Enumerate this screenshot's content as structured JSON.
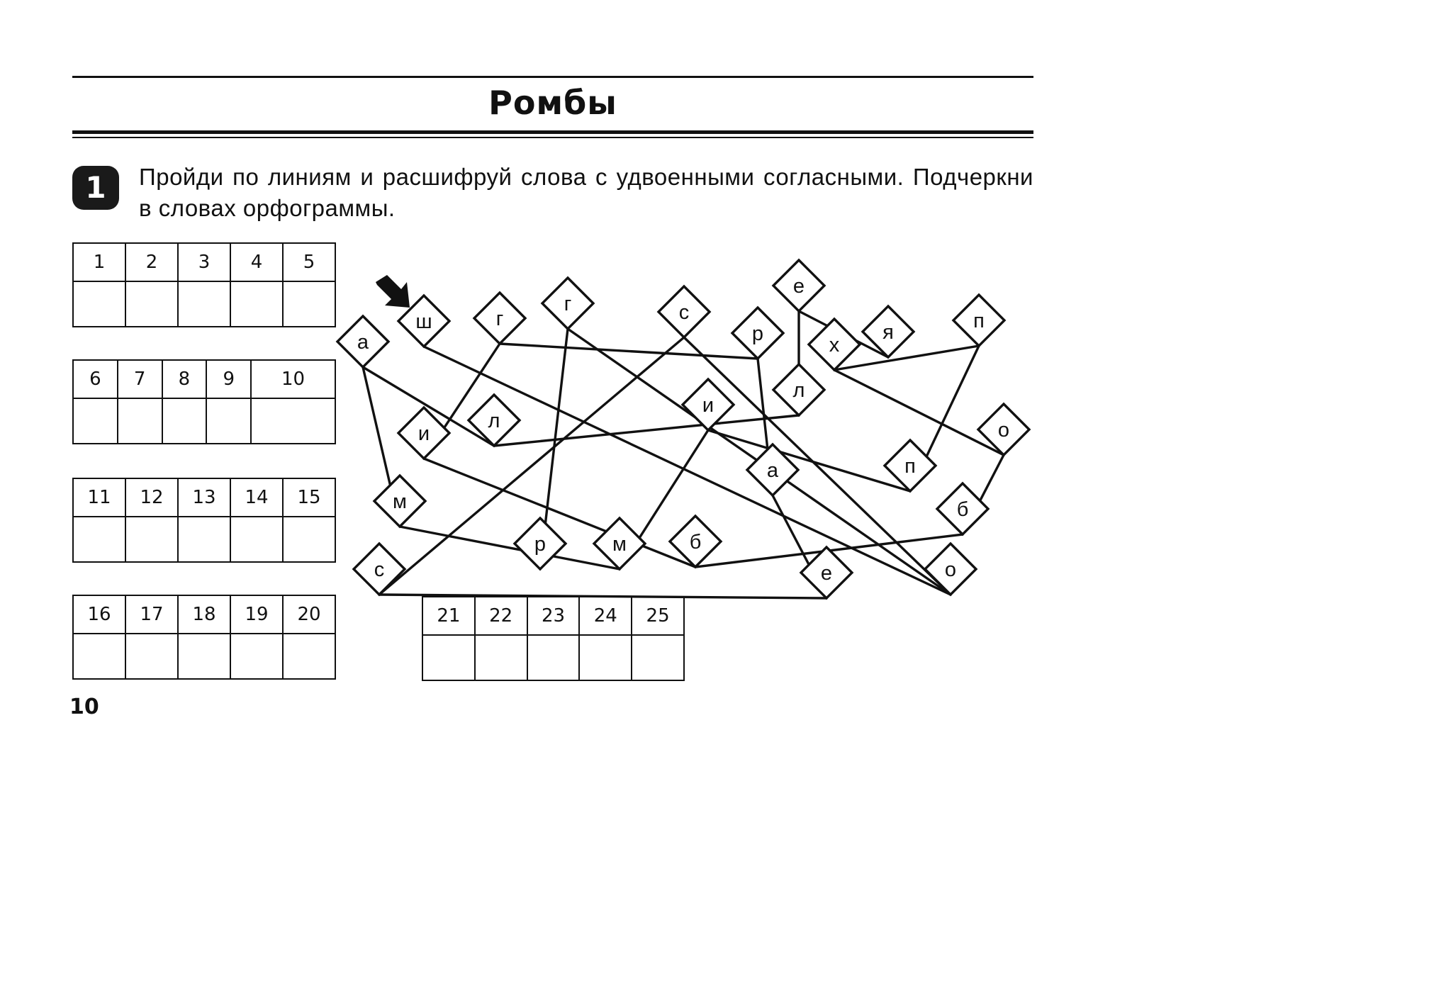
{
  "title": "Ромбы",
  "task": {
    "number": "1",
    "instruction": "Пройди по линиям и расшифруй слова с удвоенными согласными. Подчеркни в словах орфограммы."
  },
  "answer_grids": [
    {
      "numbers": [
        "1",
        "2",
        "3",
        "4",
        "5"
      ]
    },
    {
      "numbers": [
        "6",
        "7",
        "8",
        "9",
        "10"
      ]
    },
    {
      "numbers": [
        "11",
        "12",
        "13",
        "14",
        "15"
      ]
    },
    {
      "numbers": [
        "16",
        "17",
        "18",
        "19",
        "20"
      ]
    },
    {
      "numbers": [
        "21",
        "22",
        "23",
        "24",
        "25"
      ]
    }
  ],
  "page_number": "10",
  "puzzle": {
    "start_arrow_icon": "arrow-down-right-icon",
    "nodes": [
      {
        "id": "n1",
        "letter": "ш"
      },
      {
        "id": "n2",
        "letter": "г"
      },
      {
        "id": "n3",
        "letter": "г"
      },
      {
        "id": "n4",
        "letter": "с"
      },
      {
        "id": "n5",
        "letter": "е"
      },
      {
        "id": "n6",
        "letter": "р"
      },
      {
        "id": "n7",
        "letter": "я"
      },
      {
        "id": "n8",
        "letter": "х"
      },
      {
        "id": "n9",
        "letter": "п"
      },
      {
        "id": "n10",
        "letter": "а"
      },
      {
        "id": "n11",
        "letter": "л"
      },
      {
        "id": "n12",
        "letter": "л"
      },
      {
        "id": "n13",
        "letter": "и"
      },
      {
        "id": "n14",
        "letter": "и"
      },
      {
        "id": "n15",
        "letter": "о"
      },
      {
        "id": "n16",
        "letter": "п"
      },
      {
        "id": "n17",
        "letter": "а"
      },
      {
        "id": "n18",
        "letter": "м"
      },
      {
        "id": "n19",
        "letter": "б"
      },
      {
        "id": "n20",
        "letter": "р"
      },
      {
        "id": "n21",
        "letter": "м"
      },
      {
        "id": "n22",
        "letter": "б"
      },
      {
        "id": "n23",
        "letter": "с"
      },
      {
        "id": "n24",
        "letter": "е"
      },
      {
        "id": "n25",
        "letter": "о"
      }
    ],
    "edges": [
      [
        "n1",
        "n25"
      ],
      [
        "n10",
        "n12"
      ],
      [
        "n10",
        "n18"
      ],
      [
        "n18",
        "n21"
      ],
      [
        "n21",
        "n14"
      ],
      [
        "n14",
        "n16"
      ],
      [
        "n16",
        "n9"
      ],
      [
        "n9",
        "n8"
      ],
      [
        "n8",
        "n15"
      ],
      [
        "n15",
        "n19"
      ],
      [
        "n19",
        "n22"
      ],
      [
        "n22",
        "n13"
      ],
      [
        "n13",
        "n2"
      ],
      [
        "n2",
        "n6"
      ],
      [
        "n6",
        "n17"
      ],
      [
        "n17",
        "n24"
      ],
      [
        "n24",
        "n23"
      ],
      [
        "n23",
        "n4"
      ],
      [
        "n4",
        "n25"
      ],
      [
        "n3",
        "n20"
      ],
      [
        "n3",
        "n25"
      ],
      [
        "n5",
        "n7"
      ],
      [
        "n5",
        "n11"
      ],
      [
        "n11",
        "n12"
      ]
    ]
  }
}
